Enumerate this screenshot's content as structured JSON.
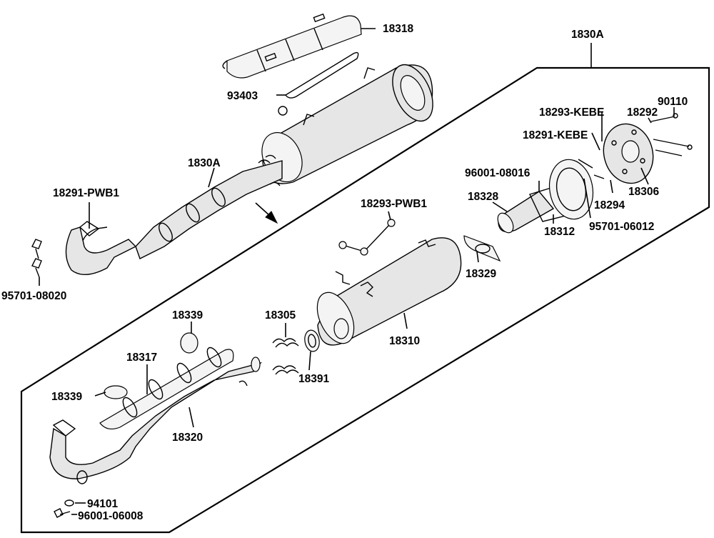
{
  "callouts": {
    "p18318": "18318",
    "p1830A_top": "1830A",
    "p93403": "93403",
    "p90110": "90110",
    "p18293_kebe": "18293-KEBE",
    "p18292": "18292",
    "p18291_kebe": "18291-KEBE",
    "p1830A_mid": "1830A",
    "p96001_08016": "96001-08016",
    "p18306": "18306",
    "p18291_pwb1": "18291-PWB1",
    "p18328": "18328",
    "p18293_pwb1": "18293-PWB1",
    "p18294": "18294",
    "p18312": "18312",
    "p95701_06012": "95701-06012",
    "p18329": "18329",
    "p95701_08020": "95701-08020",
    "p18339_top": "18339",
    "p18305": "18305",
    "p18310": "18310",
    "p18317": "18317",
    "p18391": "18391",
    "p18339_left": "18339",
    "p18320": "18320",
    "p94101": "94101",
    "p96001_06008": "96001-06008"
  }
}
